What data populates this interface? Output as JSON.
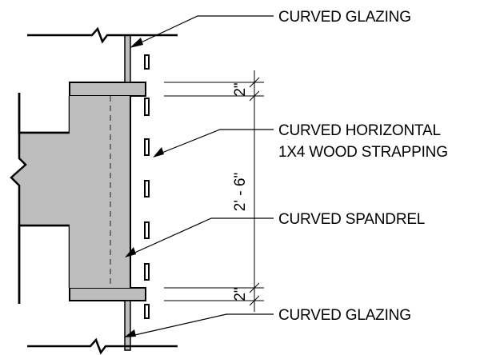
{
  "labels": {
    "glazing_top": "CURVED GLAZING",
    "strapping_line1": "CURVED HORIZONTAL",
    "strapping_line2": "1X4 WOOD STRAPPING",
    "spandrel": "CURVED SPANDREL",
    "glazing_bottom": "CURVED GLAZING"
  },
  "dimensions": {
    "top_gap": "2\"",
    "overall": "2' - 6\"",
    "bottom_gap": "2\""
  },
  "colors": {
    "spandrel_fill": "#bdbdbd",
    "line": "#000000"
  }
}
